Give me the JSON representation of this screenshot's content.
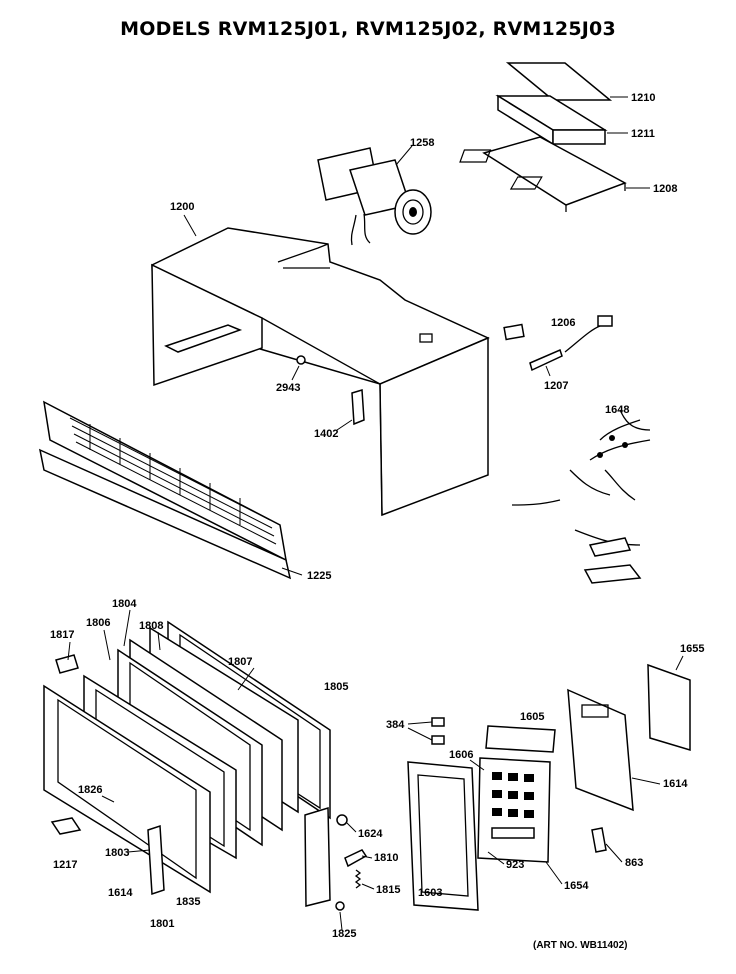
{
  "title": "MODELS RVM125J01, RVM125J02, RVM125J03",
  "art_number": "(ART NO. WB11402)",
  "parts": {
    "p1210": "1210",
    "p1211": "1211",
    "p1208": "1208",
    "p1258": "1258",
    "p1200": "1200",
    "p1206": "1206",
    "p1207": "1207",
    "p2943": "2943",
    "p1402": "1402",
    "p1648": "1648",
    "p1225": "1225",
    "p1817": "1817",
    "p1806": "1806",
    "p1804": "1804",
    "p1808": "1808",
    "p1807": "1807",
    "p1805": "1805",
    "p1655": "1655",
    "p384": "384",
    "p1605": "1605",
    "p1606": "1606",
    "p1614a": "1614",
    "p1826": "1826",
    "p1624": "1624",
    "p1217": "1217",
    "p1803": "1803",
    "p1810": "1810",
    "p923": "923",
    "p863": "863",
    "p1614b": "1614",
    "p1835": "1835",
    "p1815": "1815",
    "p1603": "1603",
    "p1654": "1654",
    "p1801": "1801",
    "p1825": "1825"
  }
}
